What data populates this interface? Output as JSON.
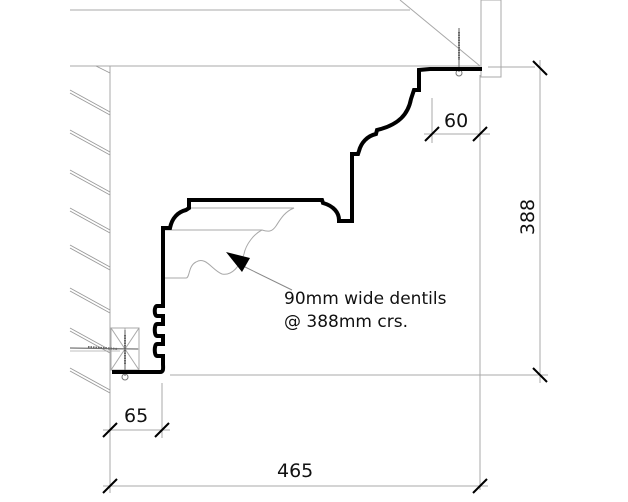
{
  "drawing": {
    "type": "architectural cornice section detail",
    "colors": {
      "profile": "#000000",
      "construction_lines": "#a8a8a8",
      "text": "#111111",
      "background": "#ffffff"
    }
  },
  "dimensions": {
    "top_return": "60",
    "height": "388",
    "bottom_return": "65",
    "overall_projection": "465"
  },
  "annotation": {
    "line1": "90mm wide dentils",
    "line2": "@ 388mm crs."
  }
}
